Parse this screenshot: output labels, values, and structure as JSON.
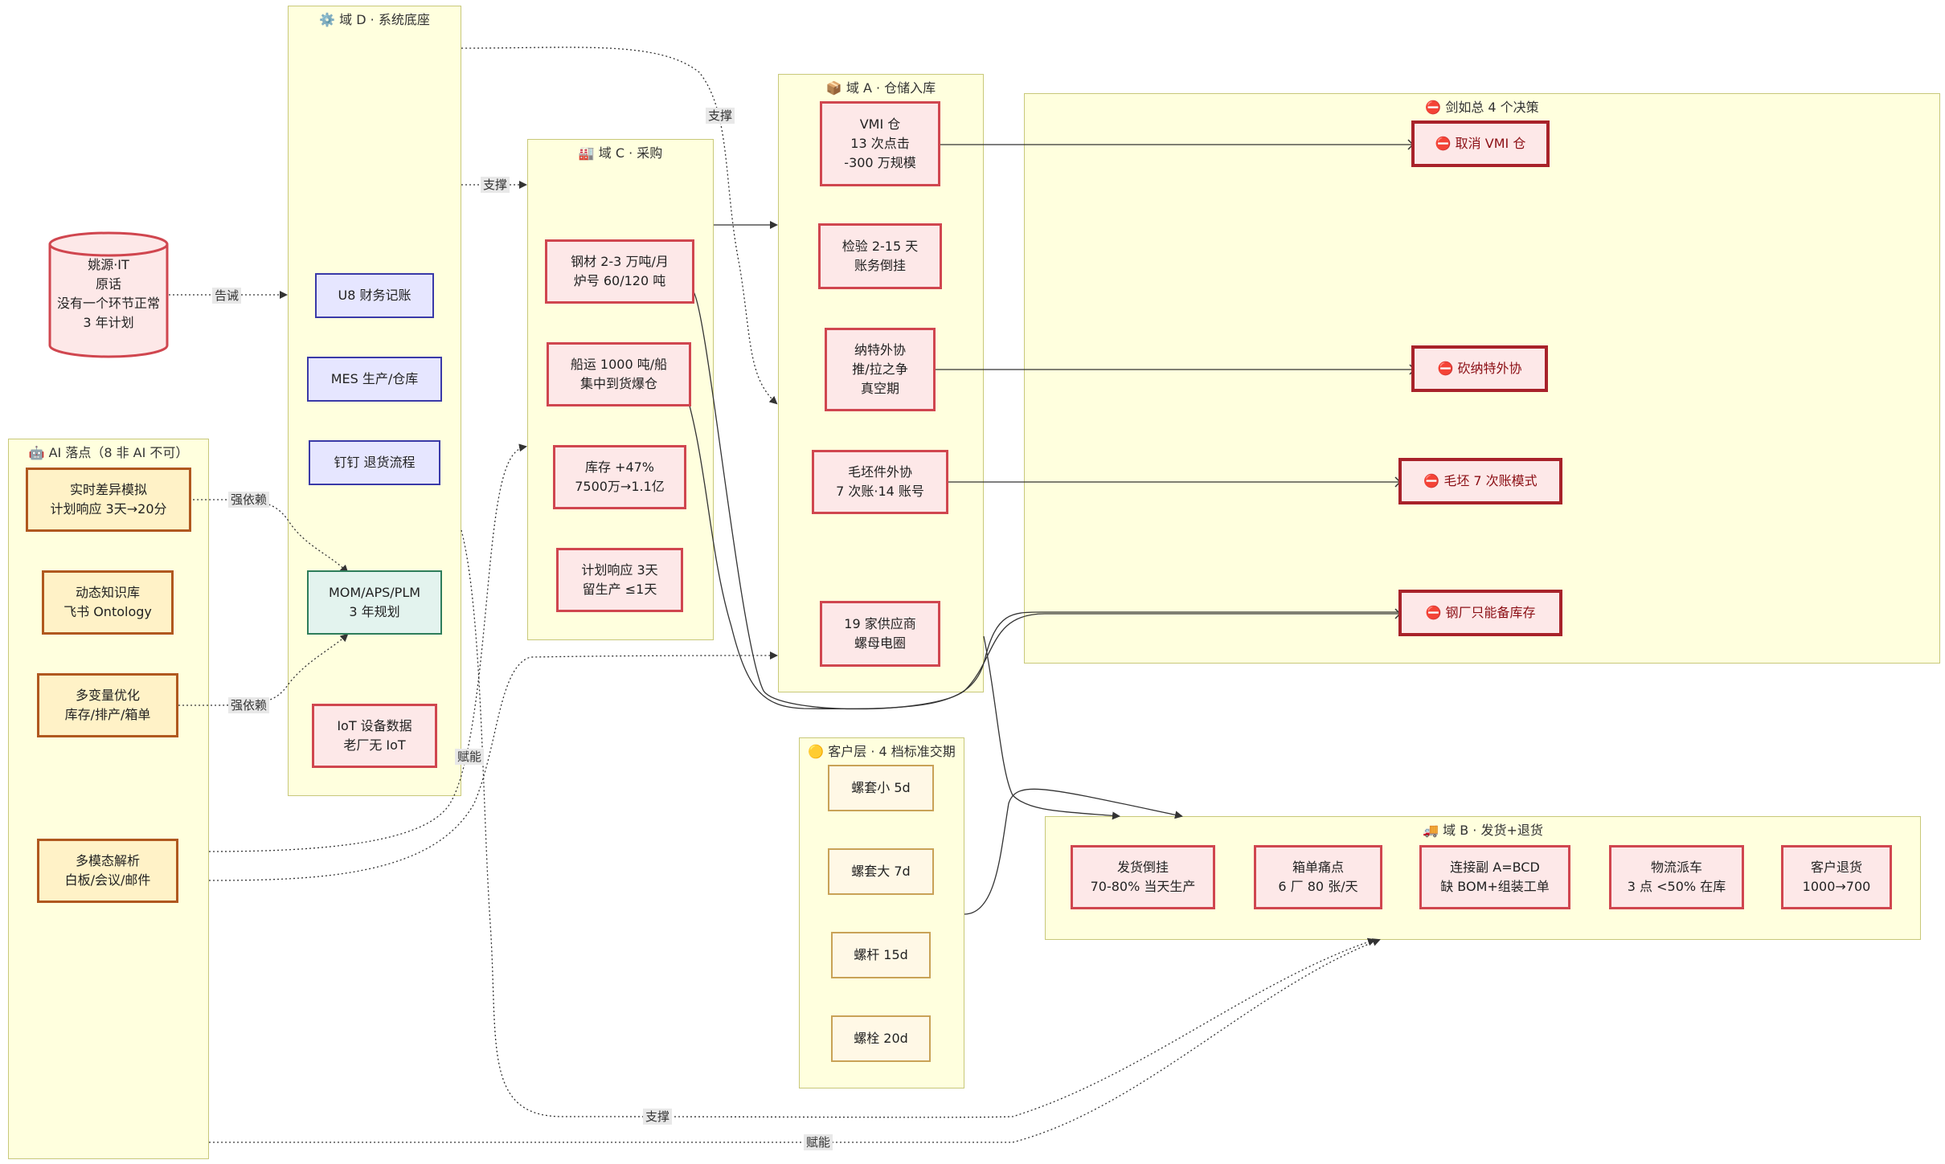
{
  "clusters": {
    "d": {
      "icon": "⚙️",
      "title": "域 D · 系统底座"
    },
    "c": {
      "icon": "🏭",
      "title": "域 C · 采购"
    },
    "a": {
      "icon": "📦",
      "title": "域 A · 仓储入库"
    },
    "decisions": {
      "icon": "⛔",
      "title": "剑如总 4 个决策"
    },
    "ai": {
      "icon": "🤖",
      "title": "AI 落点（8 非 AI 不可）"
    },
    "customer": {
      "icon": "🟡",
      "title": "客户层 · 4 档标准交期"
    },
    "b": {
      "icon": "🚚",
      "title": "域 B · 发货+退货"
    }
  },
  "nodes": {
    "yaoyuan": "姚源·IT\n原话\n没有一个环节正常\n3 年计划",
    "u8": "U8 财务记账",
    "mes": "MES 生产/仓库",
    "dingding": "钉钉 退货流程",
    "mom": "MOM/APS/PLM\n3 年规划",
    "iot": "IoT 设备数据\n老厂无 IoT",
    "steel": "钢材 2-3 万吨/月\n炉号 60/120 吨",
    "ship": "船运 1000 吨/船\n集中到货爆仓",
    "stock": "库存 +47%\n7500万→1.1亿",
    "plan": "计划响应 3天\n留生产 ≤1天",
    "vmi": "VMI 仓\n13 次点击\n-300 万规模",
    "inspect": "检验 2-15 天\n账务倒挂",
    "nate": "纳特外协\n推/拉之争\n真空期",
    "blank": "毛坯件外协\n7 次账·14 账号",
    "supplier": "19 家供应商\n螺母电圈",
    "d_vmi": "⛔ 取消 VMI 仓",
    "d_nate": "⛔ 砍纳特外协",
    "d_blank": "⛔ 毛坯 7 次账模式",
    "d_steel": "⛔ 钢厂只能备库存",
    "ai_sim": "实时差异模拟\n计划响应 3天→20分",
    "ai_kb": "动态知识库\n飞书 Ontology",
    "ai_opt": "多变量优化\n库存/排产/箱单",
    "ai_multi": "多模态解析\n白板/会议/邮件",
    "c_small": "螺套小 5d",
    "c_big": "螺套大 7d",
    "c_bolt": "螺杆 15d",
    "c_screw": "螺栓 20d",
    "b_ship": "发货倒挂\n70-80% 当天生产",
    "b_box": "箱单痛点\n6 厂 80 张/天",
    "b_link": "连接副 A=BCD\n缺 BOM+组装工单",
    "b_truck": "物流派车\n3 点 <50% 在库",
    "b_return": "客户退货\n1000→700"
  },
  "edge_labels": {
    "warn": "告诫",
    "support_top": "支撑",
    "support_mid": "支撑",
    "strong1": "强依赖",
    "strong2": "强依赖",
    "empower_mid": "赋能",
    "support_bottom": "支撑",
    "empower_bottom": "赋能"
  },
  "colors": {
    "cluster_fill": "#ffffde",
    "cluster_border": "#c8c87a",
    "red_border": "#d0464f",
    "decision_border": "#a8222a",
    "blue_border": "#3a3aa8",
    "green_border": "#2e7d5b",
    "orange_border": "#b0581f",
    "gold_border": "#c9a257"
  }
}
